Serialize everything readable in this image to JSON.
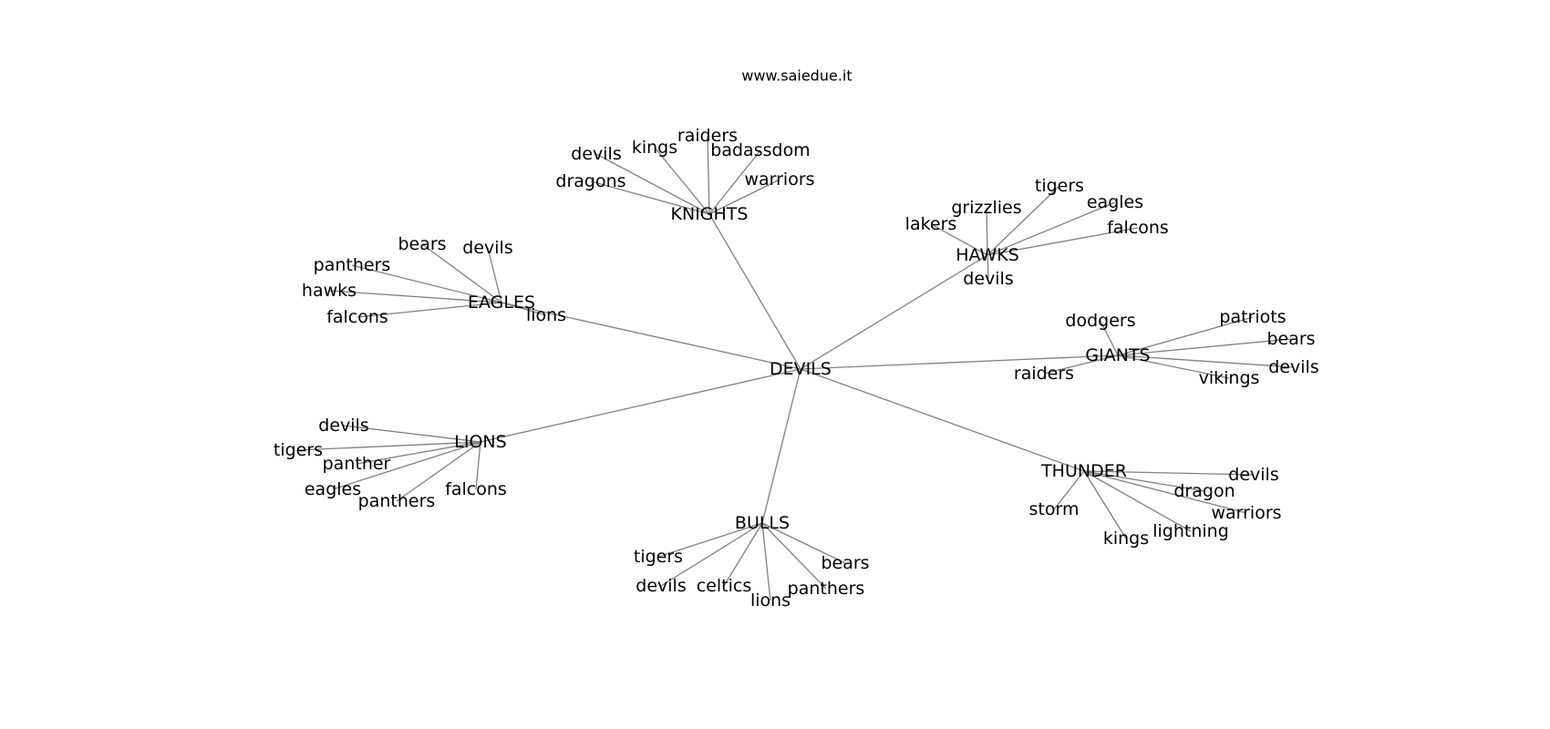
{
  "title": "www.saiedue.it",
  "graph": {
    "root": "DEVILS",
    "hubs": [
      {
        "name": "KNIGHTS",
        "children": [
          "raiders",
          "kings",
          "devils",
          "badassdom",
          "warriors",
          "dragons"
        ]
      },
      {
        "name": "HAWKS",
        "children": [
          "tigers",
          "grizzlies",
          "eagles",
          "lakers",
          "falcons",
          "devils"
        ]
      },
      {
        "name": "EAGLES",
        "children": [
          "bears",
          "devils",
          "panthers",
          "hawks",
          "falcons",
          "lions"
        ]
      },
      {
        "name": "GIANTS",
        "children": [
          "dodgers",
          "patriots",
          "bears",
          "devils",
          "raiders",
          "vikings"
        ]
      },
      {
        "name": "LIONS",
        "children": [
          "devils",
          "tigers",
          "panther",
          "eagles",
          "panthers",
          "falcons"
        ]
      },
      {
        "name": "THUNDER",
        "children": [
          "devils",
          "dragon",
          "warriors",
          "storm",
          "lightning",
          "kings"
        ]
      },
      {
        "name": "BULLS",
        "children": [
          "tigers",
          "devils",
          "celtics",
          "lions",
          "panthers",
          "bears"
        ]
      }
    ]
  }
}
